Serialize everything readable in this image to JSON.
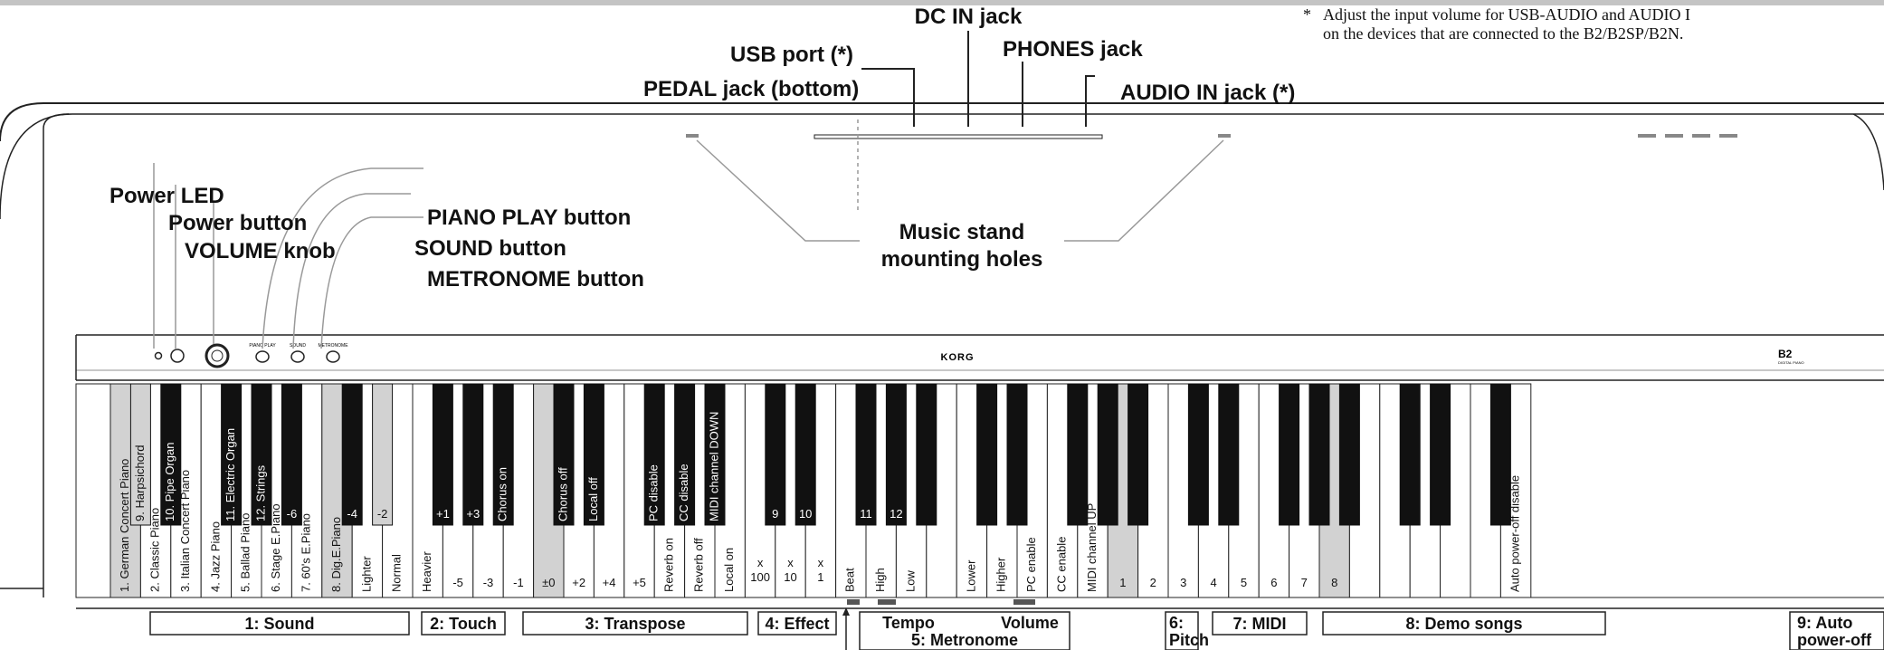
{
  "colors": {
    "accent_gray": "#d2d2d2",
    "line": "#222222",
    "callout_gray": "#999999"
  },
  "note": {
    "marker": "*",
    "line1": "Adjust the input volume for USB-AUDIO and AUDIO I",
    "line2": "on the devices that are connected to the B2/B2SP/B2N."
  },
  "panel": {
    "brand": "KORG",
    "model": "B2",
    "model_sub": "DIGITAL PIANO"
  },
  "panel_tiny": {
    "piano_play": "PIANO PLAY",
    "sound": "SOUND",
    "metronome": "METRONOME"
  },
  "callouts": {
    "dc_in": "DC IN jack",
    "usb": "USB port (*)",
    "phones": "PHONES jack",
    "pedal": "PEDAL jack (bottom)",
    "audio_in": "AUDIO IN jack (*)",
    "power_led": "Power LED",
    "power_button": "Power button",
    "volume_knob": "VOLUME knob",
    "piano_play": "PIANO PLAY button",
    "sound_button": "SOUND button",
    "metronome_button": "METRONOME button",
    "music_stand_1": "Music stand",
    "music_stand_2": "mounting holes"
  },
  "white_labels": [
    "1. German Concert Piano",
    "2. Classic Piano",
    "3. Italian Concert Piano",
    "4. Jazz Piano",
    "5. Ballad Piano",
    "6. Stage E.Piano",
    "7. 60's E.Piano",
    "8. Dig.E.Piano",
    "Lighter",
    "Normal",
    "Heavier",
    "-5",
    "-3",
    "-1",
    "±0",
    "+2",
    "+4",
    "+5",
    "Reverb on",
    "Reverb off",
    "Local on",
    "x 100",
    "x 10",
    "x 1",
    "Beat",
    "High",
    "Low",
    "",
    "Lower",
    "Higher",
    "PC enable",
    "CC enable",
    "MIDI channel UP",
    "1",
    "2",
    "3",
    "4",
    "5",
    "6",
    "7",
    "8",
    "",
    "",
    "",
    "",
    "",
    "Auto power-off disable"
  ],
  "black_labels": [
    "9. Harpsichord",
    "10. Pipe Organ",
    "11. Electric Organ",
    "12. Strings",
    "-6",
    "-4",
    "-2",
    "+1",
    "+3",
    "Chorus on",
    "Chorus off",
    "Local off",
    "PC disable",
    "CC disable",
    "MIDI channel DOWN",
    "9",
    "10",
    "11",
    "12"
  ],
  "groups": {
    "sound": "1: Sound",
    "touch": "2: Touch",
    "transpose": "3: Transpose",
    "effect": "4: Effect",
    "tempo": "Tempo",
    "volume": "Volume",
    "metronome": "5: Metronome",
    "pitch_1": "6:",
    "pitch_2": "Pitch",
    "midi": "7: MIDI",
    "demo": "8: Demo songs",
    "auto_1": "9: Auto",
    "auto_2": "power-off"
  }
}
